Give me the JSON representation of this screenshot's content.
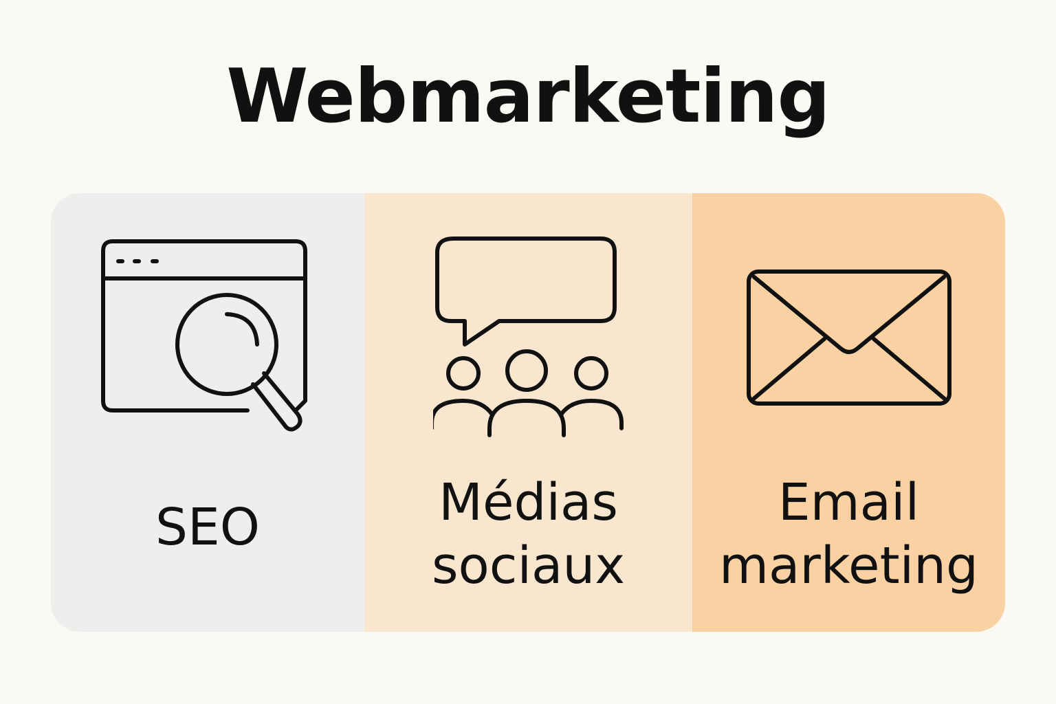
{
  "title": "Webmarketing",
  "panels": [
    {
      "label": "SEO",
      "icon": "browser-search-icon",
      "color": "#efeeec"
    },
    {
      "label_line1": "Médias",
      "label_line2": "sociaux",
      "icon": "speech-bubble-people-icon",
      "color": "#f8e6cf"
    },
    {
      "label_line1": "Email",
      "label_line2": "marketing",
      "icon": "envelope-icon",
      "color": "#f9d1a2"
    }
  ]
}
